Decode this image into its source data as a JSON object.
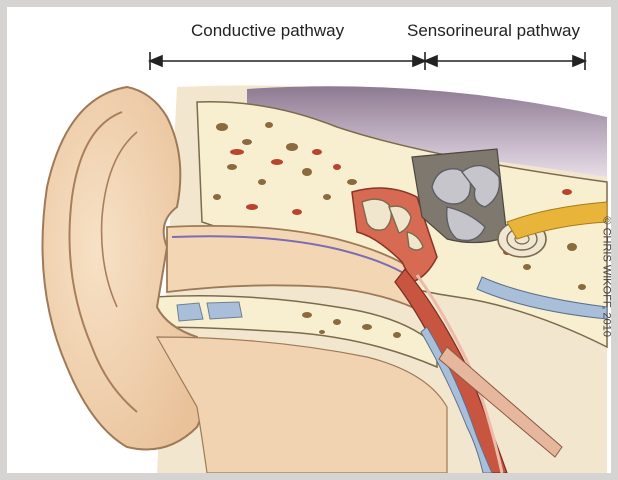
{
  "labels": {
    "conductive": "Conductive pathway",
    "sensorineural": "Sensorineural pathway"
  },
  "credit": "© CHRIS WIKOFF, 2010",
  "colors": {
    "background": "#d5d4d2",
    "skin": "#f1d3b1",
    "skin_dark": "#e2b98f",
    "bone": "#f7efcf",
    "bone_pore": "#8a6a3e",
    "bone_pore_red": "#b8452f",
    "cavity": "#8f7b94",
    "ossicles": "#e8dfc4",
    "inner_ear": "#b9b8bd",
    "tube_red": "#c8553f",
    "fluid_blue": "#a9bfd9"
  }
}
